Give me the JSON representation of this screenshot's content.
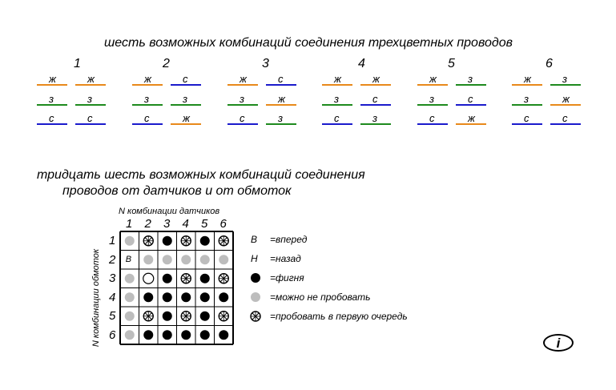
{
  "title_top": "шесть возможных комбинаций соединения трехцветных проводов",
  "combo_numbers": [
    "1",
    "2",
    "3",
    "4",
    "5",
    "6"
  ],
  "colors": {
    "ж": "#e8891a",
    "з": "#1e8a1e",
    "с": "#1a1acc"
  },
  "combos": [
    [
      [
        "ж",
        "ж"
      ],
      [
        "з",
        "з"
      ],
      [
        "с",
        "с"
      ]
    ],
    [
      [
        "ж",
        "с"
      ],
      [
        "з",
        "з"
      ],
      [
        "с",
        "ж"
      ]
    ],
    [
      [
        "ж",
        "с"
      ],
      [
        "з",
        "ж"
      ],
      [
        "с",
        "з"
      ]
    ],
    [
      [
        "ж",
        "ж"
      ],
      [
        "з",
        "с"
      ],
      [
        "с",
        "з"
      ]
    ],
    [
      [
        "ж",
        "з"
      ],
      [
        "з",
        "с"
      ],
      [
        "с",
        "ж"
      ]
    ],
    [
      [
        "ж",
        "з"
      ],
      [
        "з",
        "ж"
      ],
      [
        "с",
        "с"
      ]
    ]
  ],
  "title_mid_line1": "тридцать шесть возможных комбинаций соединения",
  "title_mid_line2": "проводов от датчиков и от обмоток",
  "sensor_axis_label": "N комбинации датчиков",
  "winding_axis_label": "N комбинации обмоток",
  "col_labels": [
    "1",
    "2",
    "3",
    "4",
    "5",
    "6"
  ],
  "row_labels": [
    "1",
    "2",
    "3",
    "4",
    "5",
    "6"
  ],
  "grid": [
    [
      "ok",
      "try",
      "bad",
      "try",
      "bad",
      "try"
    ],
    [
      "fwd",
      "ok",
      "ok",
      "ok",
      "ok",
      "ok"
    ],
    [
      "ok",
      "back",
      "bad",
      "try",
      "bad",
      "try"
    ],
    [
      "ok",
      "bad",
      "bad",
      "bad",
      "bad",
      "bad"
    ],
    [
      "ok",
      "try",
      "bad",
      "try",
      "bad",
      "try"
    ],
    [
      "ok",
      "bad",
      "bad",
      "bad",
      "bad",
      "bad"
    ]
  ],
  "legend": [
    {
      "symbol": "text",
      "glyph": "В",
      "text": "=вперед"
    },
    {
      "symbol": "text",
      "glyph": "Н",
      "text": "=назад"
    },
    {
      "symbol": "bad",
      "text": "=фигня"
    },
    {
      "symbol": "ok",
      "text": "=можно не пробовать"
    },
    {
      "symbol": "try",
      "text": "=пробовать в первую очередь"
    }
  ],
  "info_button": "i"
}
